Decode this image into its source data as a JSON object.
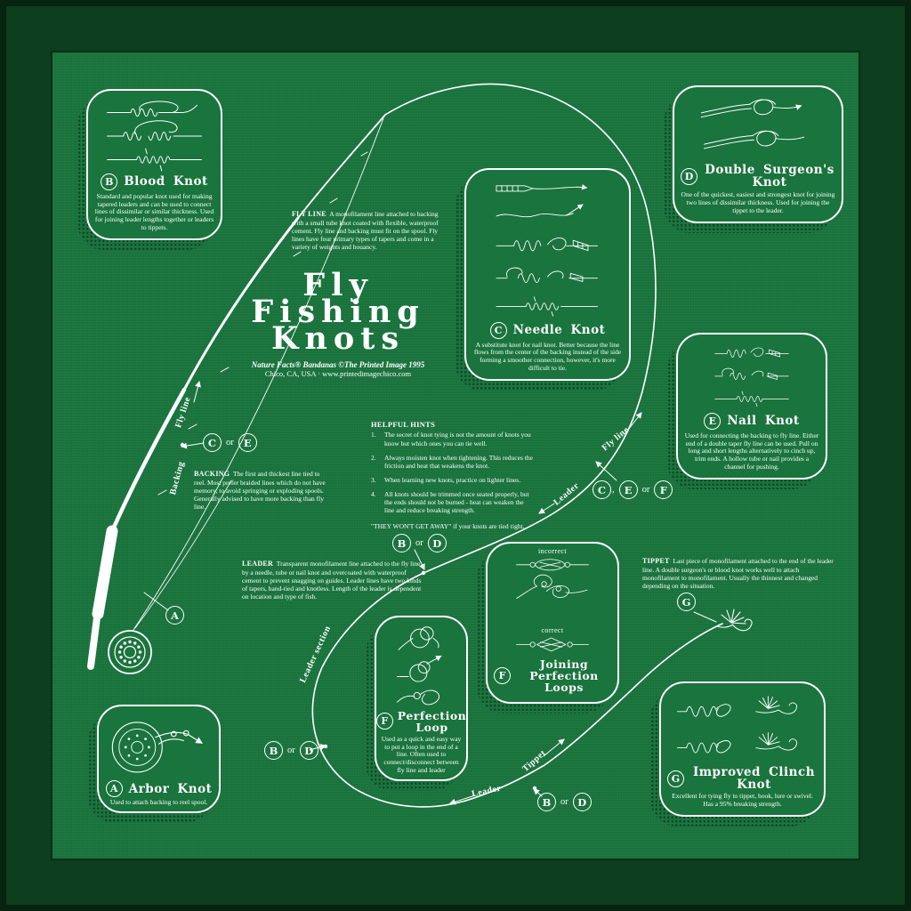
{
  "colors": {
    "bandana_green": "#1a743d",
    "frame_green": "#0d3e1e",
    "outer_edge": "#06240f",
    "ink": "#ffffff",
    "halftone_shadow": "#0e4a26"
  },
  "title": {
    "line1": "Fly",
    "line2": "Fishing",
    "line3": "Knots",
    "credit1": "Nature Facts® Bandanas ©The Printed Image 1995",
    "credit2": "Chico, CA, USA · www.printedimagechico.com"
  },
  "knot_boxes": [
    {
      "letter": "B",
      "name": "Blood Knot",
      "description": "Standard and popular knot used for making tapered leaders and can be used to connect lines of dissimilar or similar thickness. Used for joining leader lengths together or leaders to tippets."
    },
    {
      "letter": "D",
      "name": "Double Surgeon's Knot",
      "description": "One of the quickest, easiest and strongest knot for joining two lines of dissimilar thickness. Used for joining the tippet to the leader."
    },
    {
      "letter": "C",
      "name": "Needle Knot",
      "description": "A substitute knot for nail knot.  Better because the line flows from the center of the backing instead of the side forming a smoother connection, however, it's more difficult to tie."
    },
    {
      "letter": "E",
      "name": "Nail Knot",
      "description": "Used for connecting the backing to fly line.  Either end of a double taper fly line can be used.  Pull on long and short lengths alternatively to cinch up, trim ends. A hollow tube or nail provides a channel for pushing."
    },
    {
      "letter": "F",
      "name": "Joining Perfection Loops",
      "description": "",
      "label_incorrect": "incorrect",
      "label_correct": "correct"
    },
    {
      "letter": "F",
      "name": "Perfection Loop",
      "description": "Used as a quick and easy way to put a loop in the end of a line. Often used to connect/disconnect between fly line and leader"
    },
    {
      "letter": "A",
      "name": "Arbor Knot",
      "description": "Used to attach backing to reel spool."
    },
    {
      "letter": "G",
      "name": "Improved Clinch Knot",
      "description": "Excellent for tying fly to tippet, hook, lure or swivel. Has a 95% breaking strength."
    }
  ],
  "glossary": [
    {
      "term": "FLY LINE",
      "text": "A monofilament line attached to backing with a small tube knot coated with flexible, waterproof cement.  Fly line and backing must fit on the spool.  Fly lines have four primary types of tapers and come in a variety of weights and bouancy."
    },
    {
      "term": "BACKING",
      "text": "The first and thickest line tied to reel. Most prefer braided lines which do not have memory, to avoid springing or exploding spools.  Generally advised to have more backing than fly line."
    },
    {
      "term": "LEADER",
      "text": "Transparent monofilament line attached to the fly line by a needle, tube or nail knot and overcoated with waterproof cement to prevent snagging on guides.  Leader lines have two kinds of tapers, hand-tied and knotless.  Length of the leader is dependent on location and type of fish."
    },
    {
      "term": "TIPPET",
      "text": "Last piece of monofilament attached to the end of the leader line.  A double surgeon's or blood knot works well to attach monofilament to monofilament.  Usually the thinnest and changed depending on the situation."
    }
  ],
  "helpful_hints": {
    "heading": "HELPFUL HINTS",
    "items": [
      {
        "num": "1.",
        "text": "The secret of knot tying is not the amount of knots you know but which ones you can tie well."
      },
      {
        "num": "2.",
        "text": "Always moisten knot when tightening.  This reduces the friction and heat that weakens the knot."
      },
      {
        "num": "3.",
        "text": "When learning new knots, practice on lighter lines."
      },
      {
        "num": "4.",
        "text": "All knots should be trimmed once seated properly, but the ends should not be burned - heat can weaken the line and reduce breaking strength."
      }
    ],
    "footer": "\"THEY WON'T GET AWAY\" if your knots are tied right."
  },
  "path_labels": {
    "fly_line_left": "Fly line",
    "backing": "Backing",
    "fly_line_right": "Fly line",
    "leader_right": "Leader",
    "leader_section": "Leader section",
    "leader_bottom": "Leader",
    "tippet": "Tippet"
  },
  "callouts": {
    "c_or_e": {
      "a": "C",
      "join": "or",
      "b": "E"
    },
    "b_or_d_top": {
      "a": "B",
      "join": "or",
      "b": "D"
    },
    "c_e_or_f": {
      "a": "C",
      "sep": ",",
      "b": "E",
      "join": "or",
      "c": "F"
    },
    "b_or_d_left": {
      "a": "B",
      "join": "or",
      "b": "D"
    },
    "b_or_d_right": {
      "a": "B",
      "join": "or",
      "b": "D"
    },
    "a_reel": {
      "a": "A"
    },
    "g_fly": {
      "a": "G"
    }
  }
}
